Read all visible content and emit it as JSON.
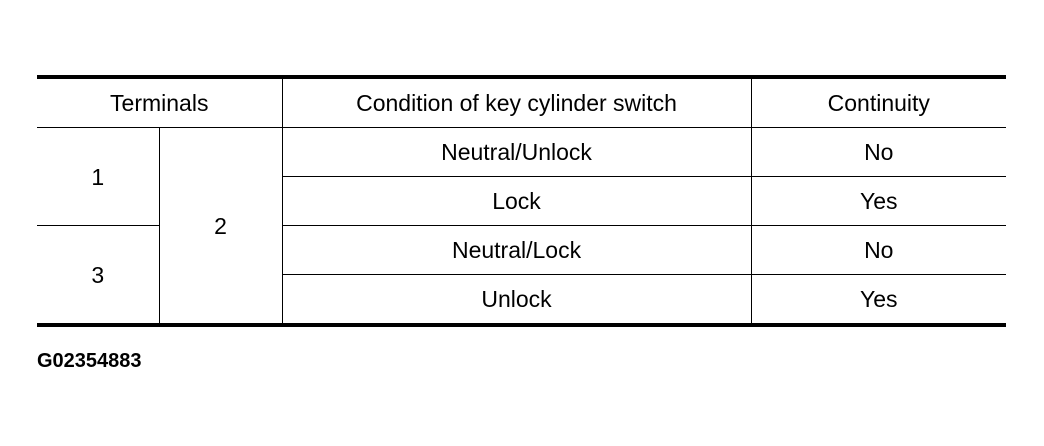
{
  "table": {
    "headers": {
      "terminals": "Terminals",
      "condition": "Condition of key cylinder switch",
      "continuity": "Continuity"
    },
    "terminal_a1": "1",
    "terminal_a2": "3",
    "terminal_b": "2",
    "rows": [
      {
        "condition": "Neutral/Unlock",
        "continuity": "No"
      },
      {
        "condition": "Lock",
        "continuity": "Yes"
      },
      {
        "condition": "Neutral/Lock",
        "continuity": "No"
      },
      {
        "condition": "Unlock",
        "continuity": "Yes"
      }
    ]
  },
  "figure_code": "G02354883"
}
